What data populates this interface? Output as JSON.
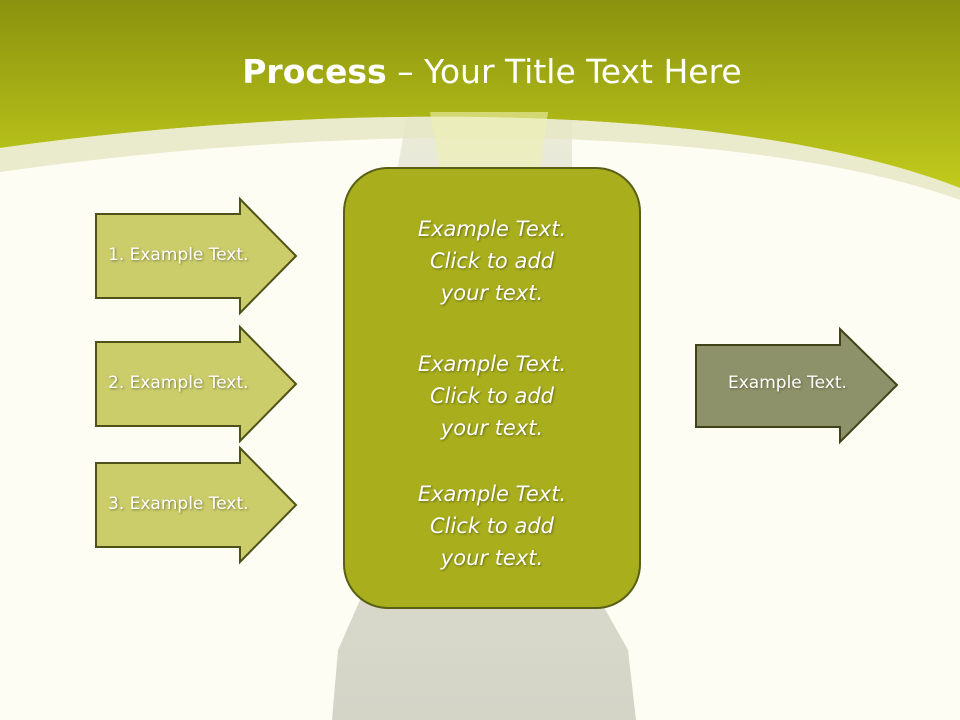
{
  "title": {
    "bold": "Process",
    "dash": " – ",
    "rest": "Your Title Text Here"
  },
  "inputs": [
    {
      "label": "1. Example Text."
    },
    {
      "label": "2. Example Text."
    },
    {
      "label": "3. Example Text."
    }
  ],
  "center": {
    "blocks": [
      {
        "lines": [
          "Example Text.",
          "Click  to add",
          "your text."
        ]
      },
      {
        "lines": [
          "Example Text.",
          "Click  to add",
          "your text."
        ]
      },
      {
        "lines": [
          "Example Text.",
          "Click  to add",
          "your text."
        ]
      }
    ]
  },
  "output": {
    "label": "Example Text."
  },
  "colors": {
    "header_green": "#a9b310",
    "input_arrow_fill": "#cbcd6b",
    "center_box_fill": "#a9af1c",
    "output_arrow_fill": "#8e926a",
    "background": "#fdfdf4"
  }
}
